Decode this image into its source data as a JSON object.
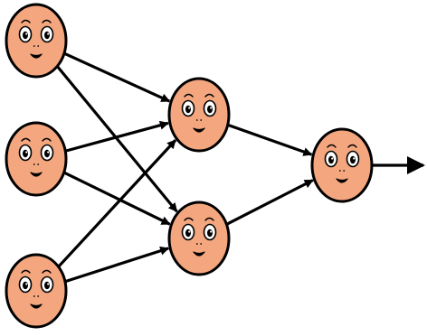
{
  "diagram": {
    "type": "neural-network",
    "layers": [
      {
        "name": "input",
        "node_count": 3
      },
      {
        "name": "hidden",
        "node_count": 2
      },
      {
        "name": "output",
        "node_count": 1
      }
    ],
    "connections": [
      {
        "from": "input-1",
        "to": "hidden-1"
      },
      {
        "from": "input-1",
        "to": "hidden-2"
      },
      {
        "from": "input-2",
        "to": "hidden-1"
      },
      {
        "from": "input-2",
        "to": "hidden-2"
      },
      {
        "from": "input-3",
        "to": "hidden-1"
      },
      {
        "from": "input-3",
        "to": "hidden-2"
      },
      {
        "from": "hidden-1",
        "to": "output-1"
      },
      {
        "from": "hidden-2",
        "to": "output-1"
      },
      {
        "from": "output-1",
        "to": "exit"
      }
    ],
    "node_face": "smiley-face-icon",
    "colors": {
      "node_fill": "#F4A77F",
      "outline": "#000000",
      "eye_white": "#FFFFFF",
      "pupil": "#000000",
      "background": "#FFFFFF"
    }
  }
}
